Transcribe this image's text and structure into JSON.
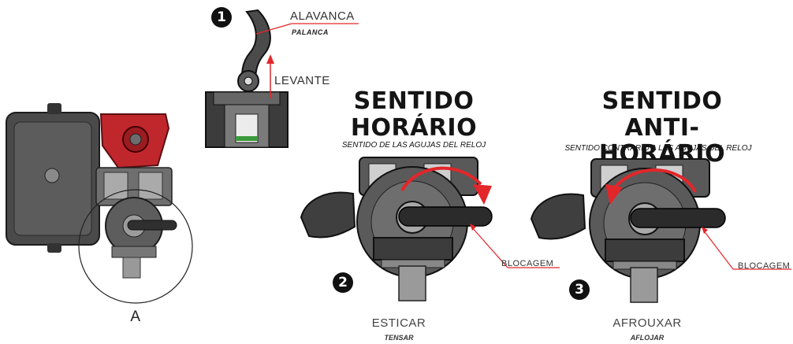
{
  "step1": {
    "number": "1",
    "lever_label": "ALAVANCA",
    "lever_label_sub": "PALANCA",
    "lift_label": "LEVANTE"
  },
  "overview": {
    "detail_label": "A"
  },
  "step2": {
    "number": "2",
    "title_line1": "SENTIDO",
    "title_line2": "HORÁRIO",
    "subtitle": "SENTIDO DE LAS AGUJAS DEL RELOJ",
    "lock_label": "BLOCAGEM",
    "action": "ESTICAR",
    "action_sub": "TENSAR"
  },
  "step3": {
    "number": "3",
    "title_line1": "SENTIDO",
    "title_line2": "ANTI-HORÁRIO",
    "subtitle": "SENTIDO CONTRARIO A LAS AGUJAS DEL RELOJ",
    "lock_label": "BLOCAGEM",
    "action": "AFROUXAR",
    "action_sub": "AFLOJAR"
  },
  "colors": {
    "arrow_red": "#e3262a",
    "lever_red": "#c0272d",
    "body_dark": "#3a3a3a",
    "body_mid": "#6d6d6d",
    "body_light": "#b5b5b5",
    "text_dark": "#141414"
  }
}
